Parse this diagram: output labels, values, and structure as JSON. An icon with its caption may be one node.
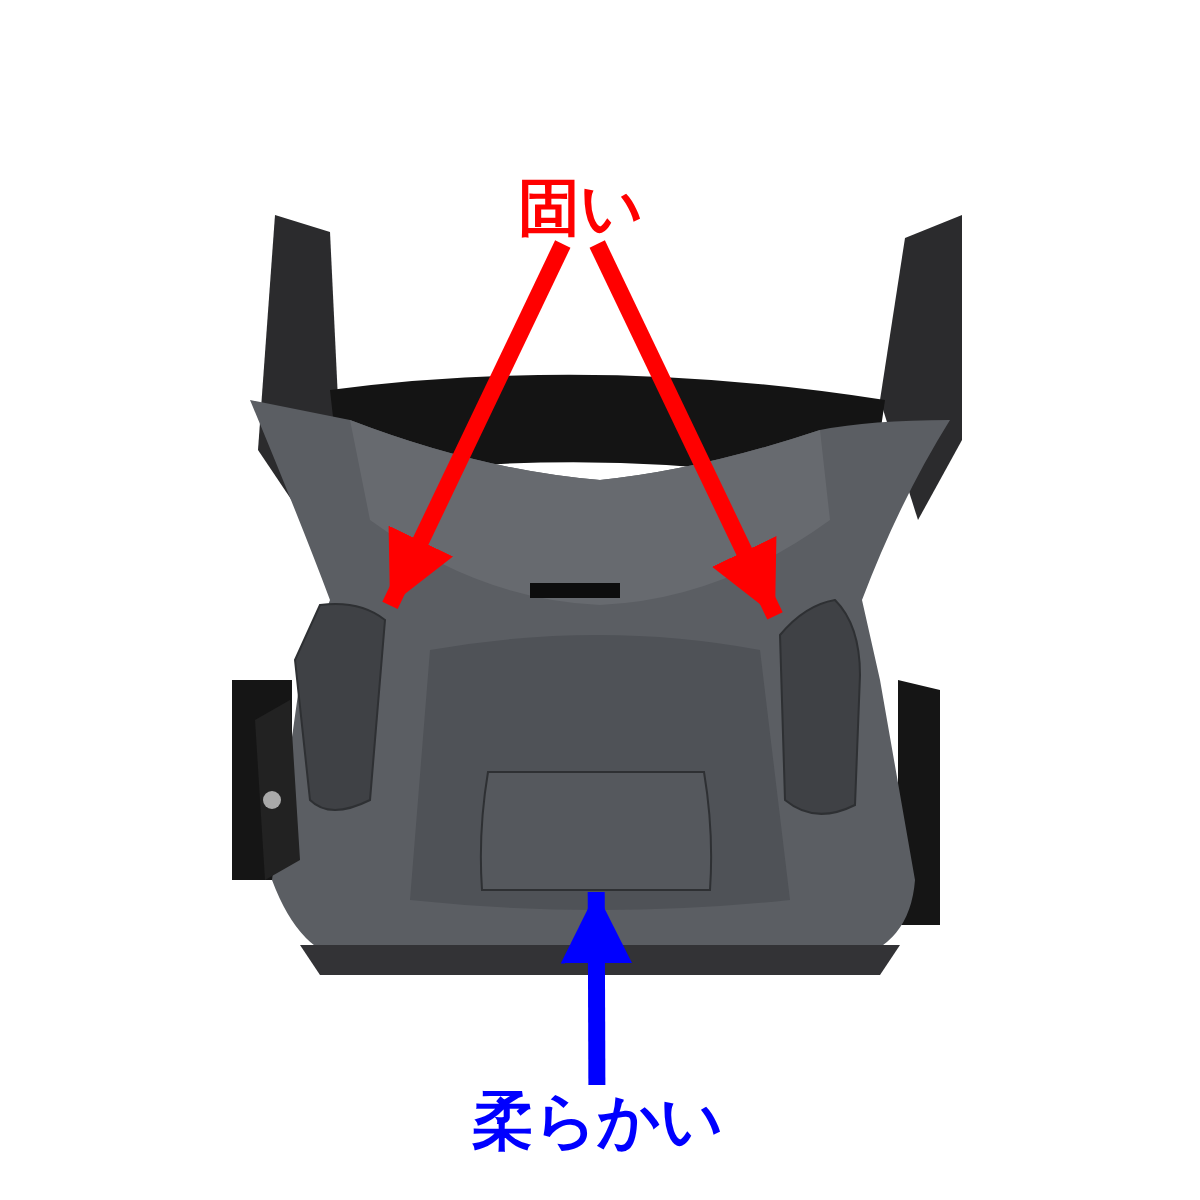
{
  "diagram": {
    "nodes": [
      {
        "text": [
          "固い"
        ]
      },
      {
        "text": [
          "柔らかい"
        ]
      },
      {
        "text": [],
        "shape": "box"
      },
      {
        "text": [],
        "shape": "box"
      },
      {
        "text": [],
        "shape": "box"
      }
    ],
    "edges": [
      {
        "from": 0,
        "to": 2,
        "arrow": "to"
      },
      {
        "from": 0,
        "to": 3,
        "arrow": "to"
      },
      {
        "from": 1,
        "to": 4,
        "arrow": "to",
        "color": "#0000ff"
      }
    ]
  }
}
